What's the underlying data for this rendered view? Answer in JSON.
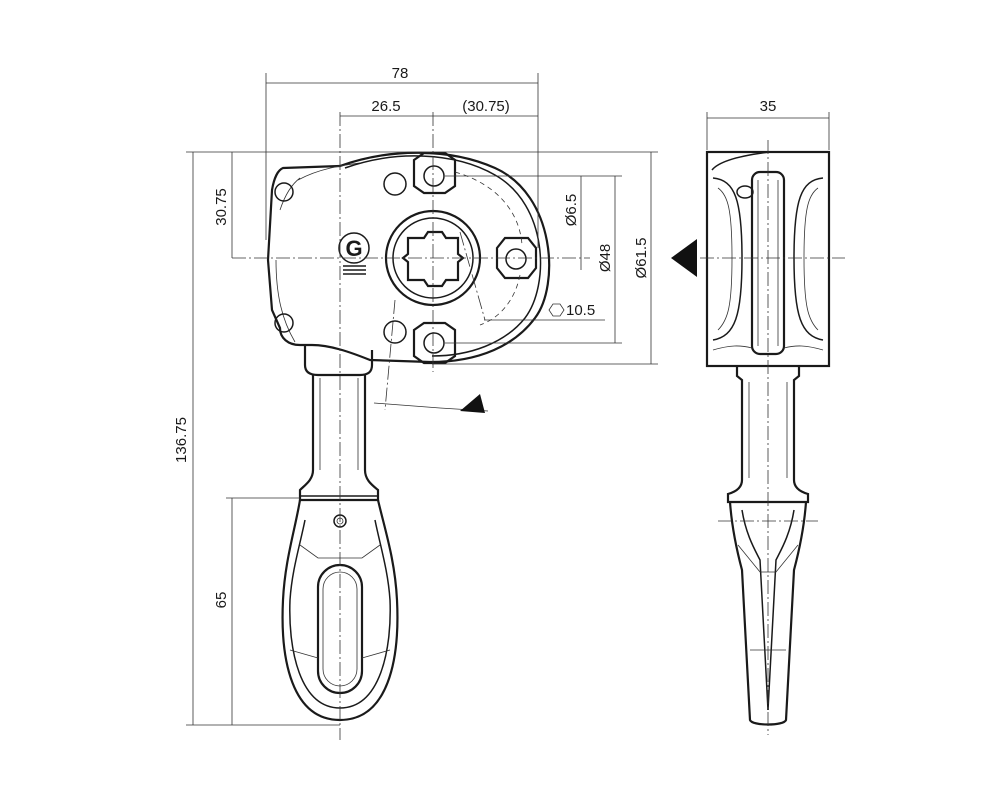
{
  "drawing": {
    "colors": {
      "line": "#1a1a1a",
      "background": "#ffffff"
    },
    "logo_letter": "G",
    "dimensions": {
      "width_total": "78",
      "center_offset": "26.5",
      "right_offset": "(30.75)",
      "upper_height": "30.75",
      "total_height": "136.75",
      "eye_height": "65",
      "hole_diameter": "Ø6.5",
      "bolt_circle": "Ø48",
      "outer_diameter": "Ø61.5",
      "hex_size": "10.5",
      "side_width": "35"
    },
    "icons": {
      "hex_symbol": "hexagon-icon",
      "view_arrow_side": "view-arrow-icon",
      "view_arrow_section": "section-arrow-icon"
    }
  }
}
